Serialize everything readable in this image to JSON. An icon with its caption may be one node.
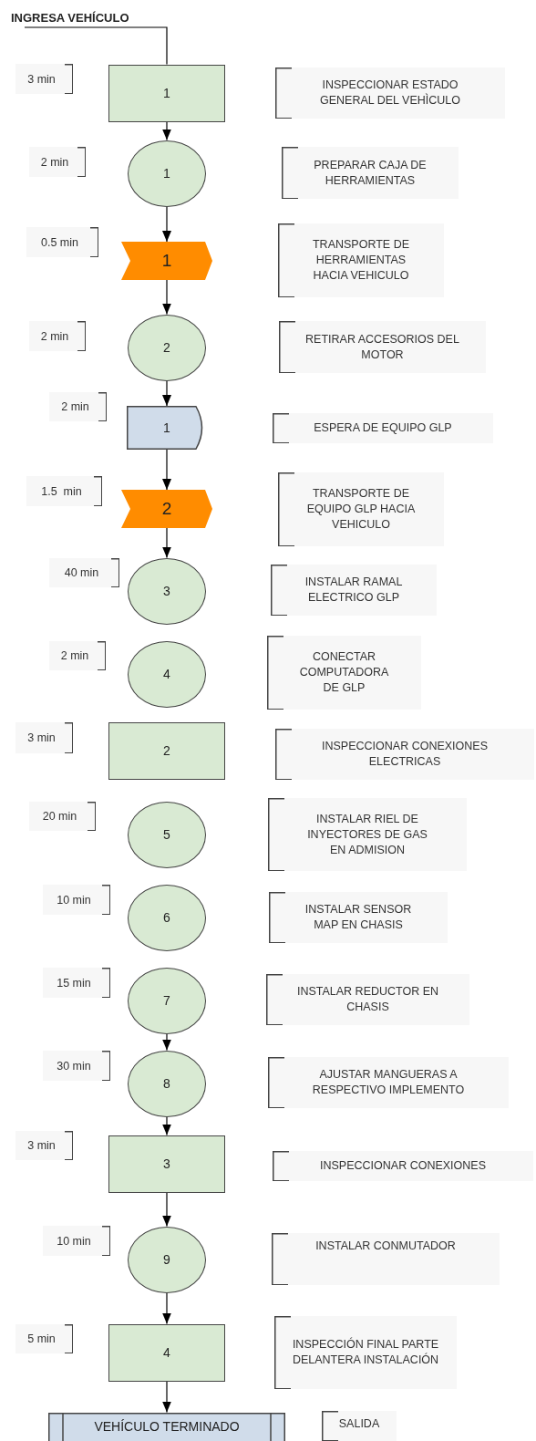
{
  "diagram": {
    "nodes": [
      {
        "text": [
          "INGRESA VEHÍCULO"
        ]
      },
      {
        "text": [
          "1"
        ]
      },
      {
        "text": [
          "1"
        ]
      },
      {
        "text": [
          "1"
        ]
      },
      {
        "text": [
          "2"
        ]
      },
      {
        "text": [
          "1"
        ]
      },
      {
        "text": [
          "2"
        ]
      },
      {
        "text": [
          "3"
        ]
      },
      {
        "text": [
          "4"
        ]
      },
      {
        "text": [
          "2"
        ]
      },
      {
        "text": [
          "5"
        ]
      },
      {
        "text": [
          "6"
        ]
      },
      {
        "text": [
          "7"
        ]
      },
      {
        "text": [
          "8"
        ]
      },
      {
        "text": [
          "3"
        ]
      },
      {
        "text": [
          "9"
        ]
      },
      {
        "text": [
          "4"
        ]
      },
      {
        "text": [
          "VEHÍCULO TERMINADO"
        ]
      }
    ],
    "edges": [
      {
        "from": 0,
        "to": 1,
        "arrow": "none"
      },
      {
        "from": 1,
        "to": 2,
        "arrow": "to"
      },
      {
        "from": 2,
        "to": 3,
        "arrow": "to"
      },
      {
        "from": 3,
        "to": 4,
        "arrow": "to"
      },
      {
        "from": 4,
        "to": 5,
        "arrow": "to"
      },
      {
        "from": 5,
        "to": 6,
        "arrow": "to"
      },
      {
        "from": 6,
        "to": 7,
        "arrow": "to"
      },
      {
        "from": 12,
        "to": 13,
        "arrow": "to"
      },
      {
        "from": 13,
        "to": 14,
        "arrow": "to"
      },
      {
        "from": 14,
        "to": 15,
        "arrow": "to"
      },
      {
        "from": 15,
        "to": 16,
        "arrow": "to"
      },
      {
        "from": 16,
        "to": 17,
        "arrow": "to"
      }
    ],
    "labels": [
      "3 min",
      "INSPECCIONAR ESTADO GENERAL DEL VEHÌCULO",
      "2 min",
      "PREPARAR CAJA DE HERRAMIENTAS",
      "0.5 min",
      "TRANSPORTE DE HERRAMIENTAS HACIA VEHICULO",
      "2 min",
      "RETIRAR ACCESORIOS DEL MOTOR",
      "2 min",
      "ESPERA DE EQUIPO GLP",
      "1.5  min",
      "TRANSPORTE DE EQUIPO GLP HACIA VEHICULO",
      "40 min",
      "INSTALAR RAMAL ELECTRICO GLP",
      "2 min",
      "CONECTAR COMPUTADORA DE GLP",
      "3 min",
      "INSPECCIONAR CONEXIONES ELECTRICAS",
      "20 min",
      "INSTALAR RIEL DE INYECTORES DE GAS EN ADMISION",
      "10 min",
      "INSTALAR SENSOR MAP EN CHASIS",
      "15 min",
      "INSTALAR REDUCTOR EN CHASIS",
      "30 min",
      "AJUSTAR MANGUERAS A RESPECTIVO IMPLEMENTO",
      "3 min",
      "INSPECCIONAR CONEXIONES",
      "10 min",
      "INSTALAR CONMUTADOR",
      "5 min",
      "INSPECCIÓN FINAL PARTE DELANTERA INSTALACIÓN",
      "SALIDA"
    ]
  }
}
